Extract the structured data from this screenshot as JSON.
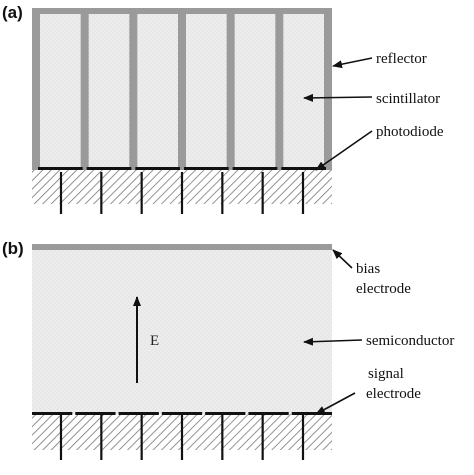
{
  "panel_a": {
    "label": "(a)",
    "scintillator_pixel_count": 6,
    "readout_line_count": 7,
    "annotations": {
      "reflector": "reflector",
      "scintillator": "scintillator",
      "photodiode": "photodiode"
    }
  },
  "panel_b": {
    "label": "(b)",
    "readout_line_count": 7,
    "field_label": "E",
    "annotations": {
      "bias_line1": "bias",
      "bias_line2": "electrode",
      "semiconductor": "semiconductor",
      "signal_line1": "signal",
      "signal_line2": "electrode"
    }
  },
  "colors": {
    "reflector": "#9a9a9a",
    "scintillator_fill": "#ececec",
    "semiconductor_fill": "#ededed",
    "electrode": "#111111",
    "hatch": "#777777"
  }
}
